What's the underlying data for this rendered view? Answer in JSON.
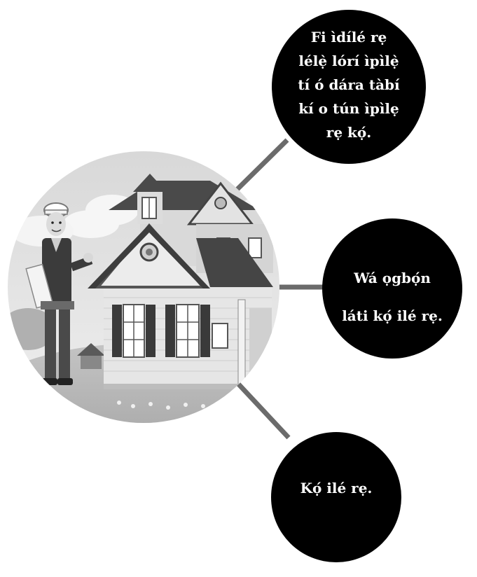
{
  "bubbles": [
    {
      "lines": [
        "Fi ìdílé rẹ",
        "lélẹ̀ lórí ìpìlẹ̀",
        "tí ó dára tàbí",
        "kí o tún ìpìlẹ",
        "rẹ kọ́."
      ]
    },
    {
      "lines": [
        "Wá ọgbọ́n",
        "láti kọ́ ilé rẹ."
      ]
    },
    {
      "lines": [
        "Kọ́ ilé rẹ."
      ]
    }
  ],
  "colors": {
    "bubble": "#000000",
    "connector": "#6b6b6b"
  }
}
